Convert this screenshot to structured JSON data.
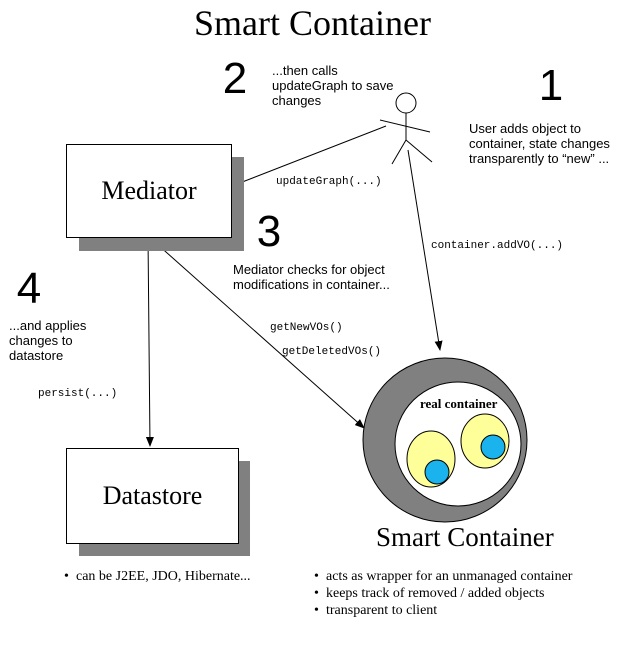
{
  "title": "Smart Container",
  "mediator": {
    "label": "Mediator"
  },
  "datastore": {
    "label": "Datastore",
    "bullets": [
      "can be J2EE, JDO, Hibernate..."
    ]
  },
  "smart_container": {
    "label": "Smart Container",
    "inner_label": "real container",
    "bullets": [
      "acts as wrapper for an unmanaged container",
      "keeps track of removed / added objects",
      "transparent to client"
    ]
  },
  "steps": [
    {
      "num": "1",
      "text": "User adds object to container, state changes transparently to “new” ..."
    },
    {
      "num": "2",
      "text": "...then calls updateGraph to save changes"
    },
    {
      "num": "3",
      "text": "Mediator checks for object modifications in container..."
    },
    {
      "num": "4",
      "text": "...and applies changes to datastore"
    }
  ],
  "calls": {
    "update_graph": "updateGraph(...)",
    "add_vo": "container.addVO(...)",
    "get_new": "getNewVOs()",
    "get_deleted": "getDeletedVOs()",
    "persist": "persist(...)"
  }
}
